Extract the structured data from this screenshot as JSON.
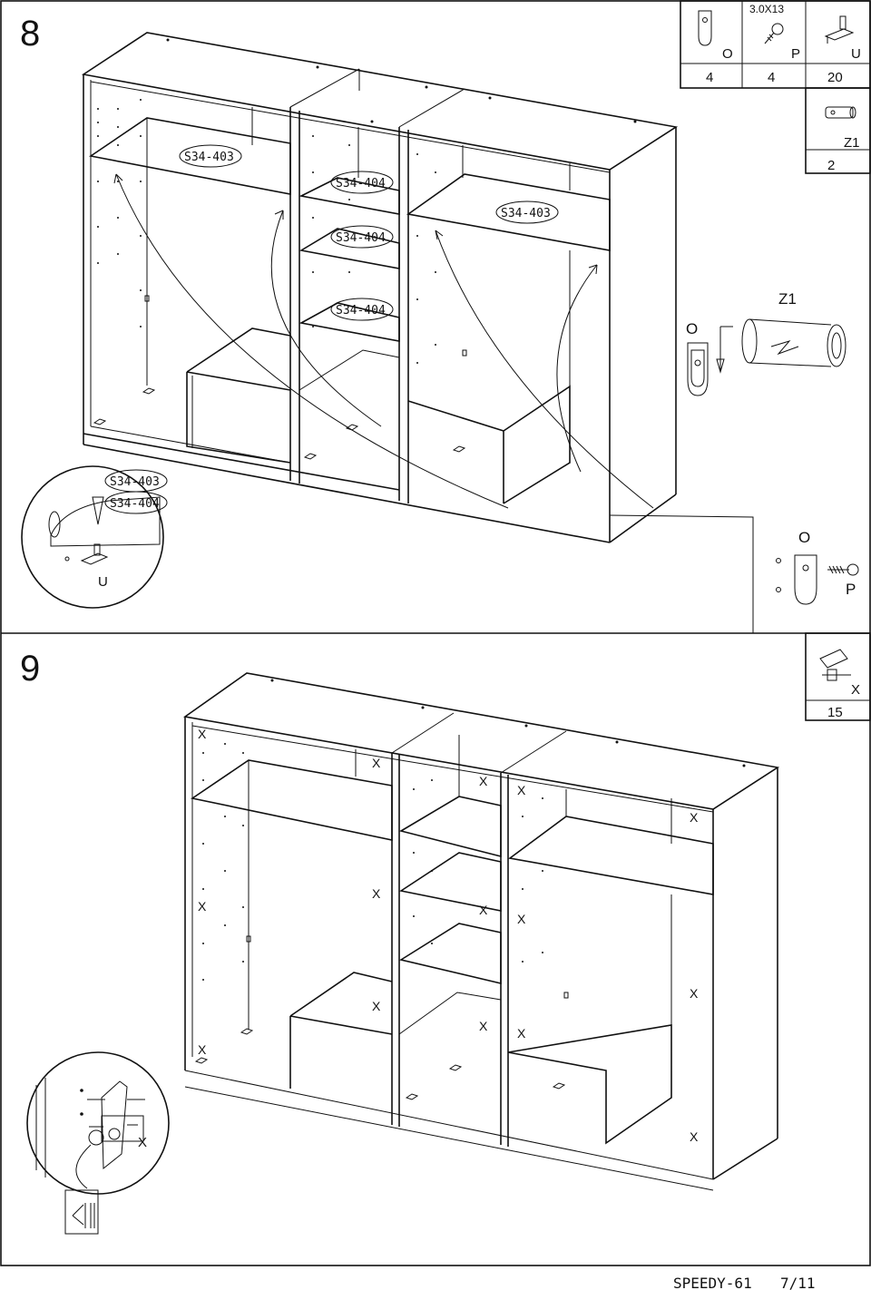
{
  "steps": {
    "step8": {
      "number": "8",
      "parts": [
        {
          "letter": "O",
          "qty": "4",
          "icon": "hanger-bracket-icon"
        },
        {
          "letter": "P",
          "qty": "4",
          "icon": "screw-icon",
          "spec": "3.0X13"
        },
        {
          "letter": "U",
          "qty": "20",
          "icon": "shelf-pin-icon"
        }
      ],
      "extra_part": {
        "letter": "Z1",
        "qty": "2",
        "icon": "hanging-rail-icon"
      },
      "shelf_codes": {
        "wide": "S34-403",
        "narrow": "S34-404"
      },
      "detail_labels": {
        "rail": "Z1",
        "bracket": "O",
        "screw": "P",
        "pin": "U"
      }
    },
    "step9": {
      "number": "9",
      "parts": [
        {
          "letter": "X",
          "qty": "15",
          "icon": "cam-connector-icon"
        }
      ],
      "cam_label": "X"
    }
  },
  "footer": {
    "model": "SPEEDY-61",
    "page": "7/11"
  }
}
